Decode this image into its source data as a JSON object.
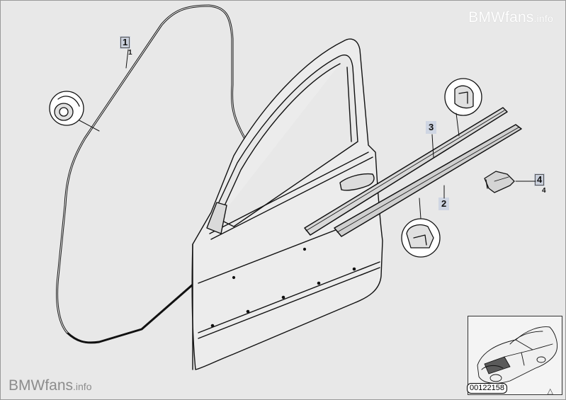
{
  "watermark": {
    "top_brand": "BMWfans",
    "top_suffix": ".info",
    "bottom_brand": "BMWfans",
    "bottom_suffix": ".info"
  },
  "callouts": {
    "part_1": "1",
    "part_1_sub": "1",
    "part_2": "2",
    "part_3": "3",
    "part_4": "4",
    "part_4_sub": "4"
  },
  "diagram_id": "00122158",
  "corner_mark": "△",
  "colors": {
    "background": "#e8e8e8",
    "line": "#111111",
    "callout_box": "#cfd6e3"
  }
}
